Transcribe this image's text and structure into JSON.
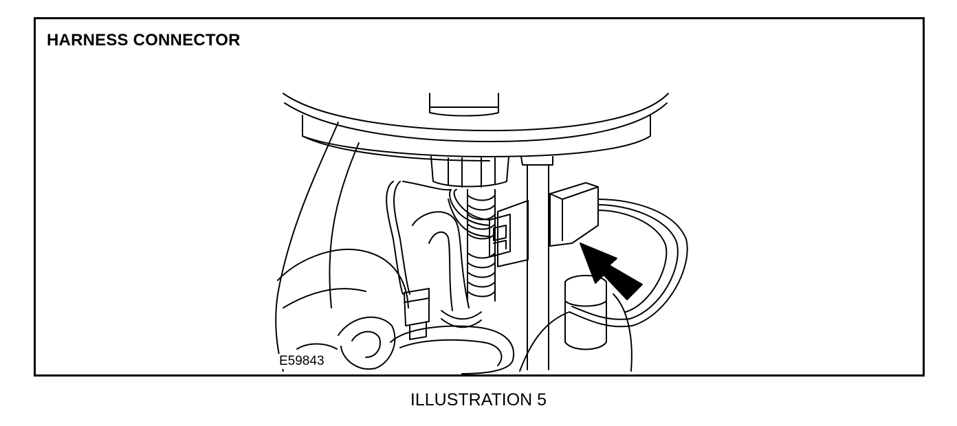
{
  "title": "HARNESS CONNECTOR",
  "figure_code": "E59843",
  "caption": "ILLUSTRATION 5",
  "colors": {
    "line": "#000000",
    "background": "#ffffff"
  }
}
